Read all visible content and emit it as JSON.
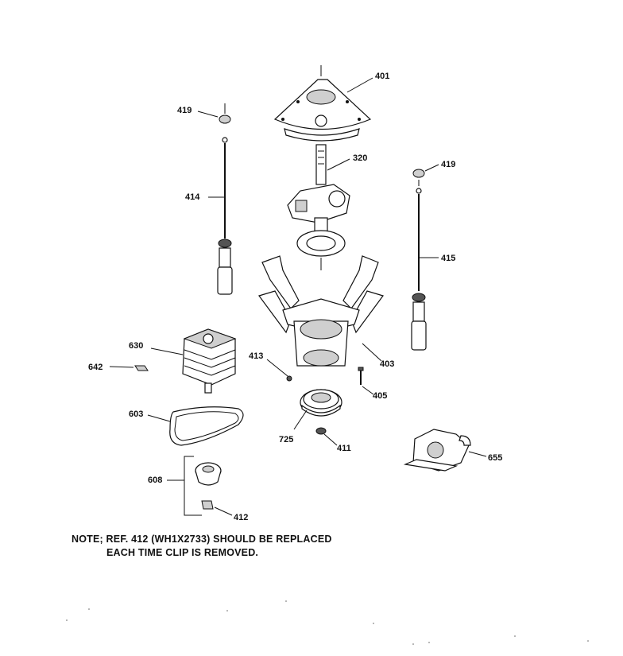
{
  "labels": {
    "p401": "401",
    "p419a": "419",
    "p419b": "419",
    "p320": "320",
    "p414": "414",
    "p415": "415",
    "p630": "630",
    "p642": "642",
    "p413": "413",
    "p403": "403",
    "p405": "405",
    "p603": "603",
    "p725": "725",
    "p411": "411",
    "p655": "655",
    "p608": "608",
    "p412": "412"
  },
  "note": {
    "line1": "NOTE; REF. 412 (WH1X2733) SHOULD BE REPLACED",
    "line2": "EACH TIME CLIP IS REMOVED."
  }
}
